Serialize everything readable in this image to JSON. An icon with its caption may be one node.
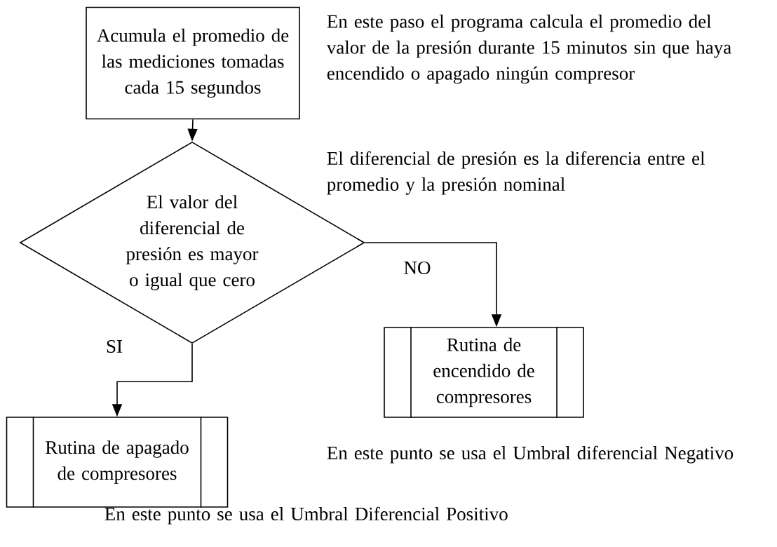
{
  "diagram": {
    "nodes": [
      {
        "text": [
          "Acumula el promedio de las mediciones tomadas cada 15 segundos"
        ]
      },
      {
        "text": [
          "El valor del diferencial de presión es mayor o igual que cero"
        ]
      },
      {
        "text": [
          "Rutina de encendido de compresores"
        ]
      },
      {
        "text": [
          "Rutina de apagado de compresores"
        ]
      }
    ],
    "edges": [
      {
        "from": 0,
        "to": 1,
        "arrow": "to"
      },
      {
        "from": 1,
        "to": 2,
        "arrow": "to",
        "label": "NO"
      },
      {
        "from": 1,
        "to": 3,
        "arrow": "to",
        "label": "SI"
      }
    ],
    "labels": [
      "En este paso el programa calcula el promedio del valor de la presión durante 15 minutos sin que haya encendido o apagado ningún compresor",
      "El diferencial de presión es la diferencia entre el promedio y la presión nominal",
      "En este punto se usa el Umbral diferencial Negativo",
      "En este punto se usa el Umbral Diferencial Positivo"
    ]
  }
}
